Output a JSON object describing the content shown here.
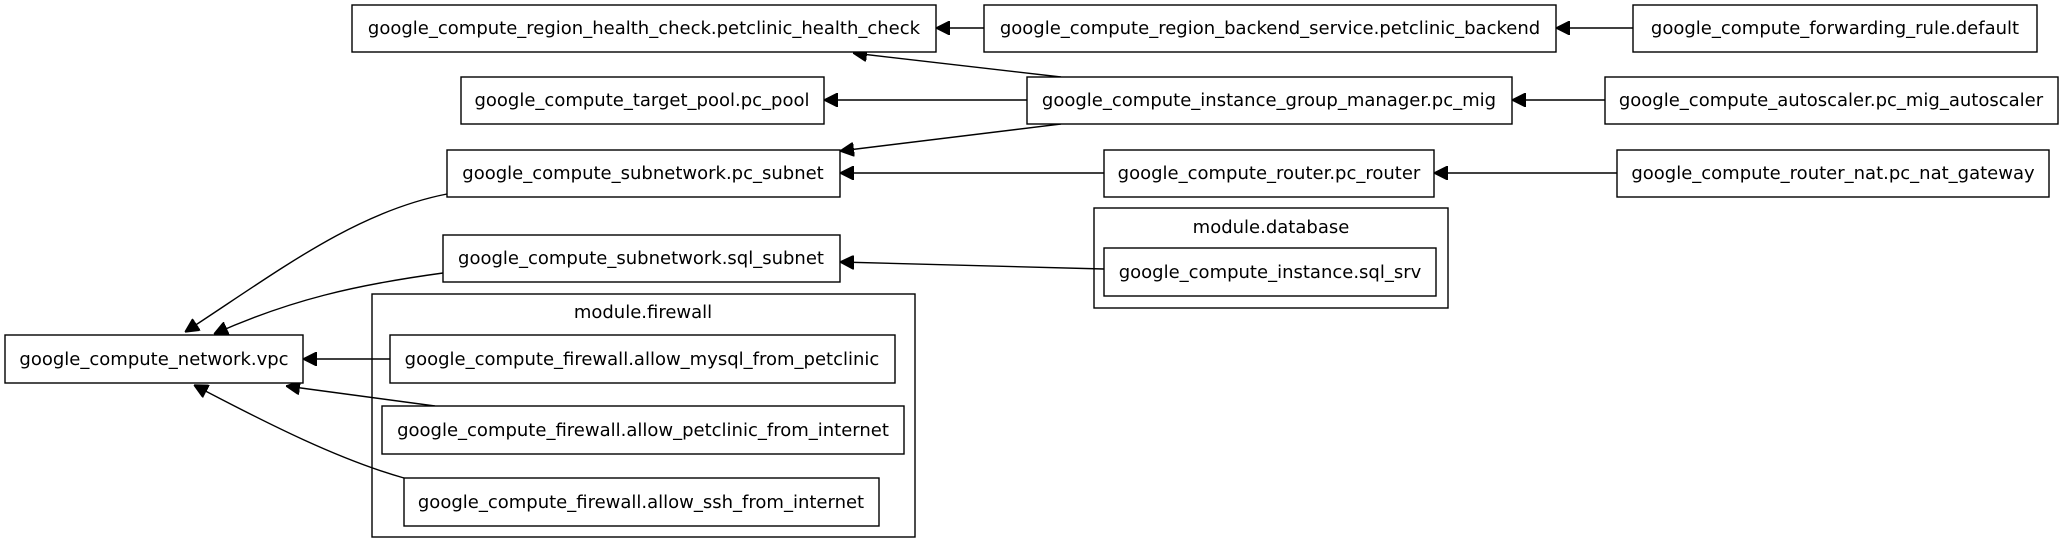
{
  "clusters": {
    "database": {
      "label": "module.database"
    },
    "firewall": {
      "label": "module.firewall"
    }
  },
  "nodes": {
    "health_check": {
      "label": "google_compute_region_health_check.petclinic_health_check"
    },
    "backend_service": {
      "label": "google_compute_region_backend_service.petclinic_backend"
    },
    "forwarding_rule": {
      "label": "google_compute_forwarding_rule.default"
    },
    "target_pool": {
      "label": "google_compute_target_pool.pc_pool"
    },
    "igm": {
      "label": "google_compute_instance_group_manager.pc_mig"
    },
    "autoscaler": {
      "label": "google_compute_autoscaler.pc_mig_autoscaler"
    },
    "pc_subnet": {
      "label": "google_compute_subnetwork.pc_subnet"
    },
    "router": {
      "label": "google_compute_router.pc_router"
    },
    "router_nat": {
      "label": "google_compute_router_nat.pc_nat_gateway"
    },
    "sql_subnet": {
      "label": "google_compute_subnetwork.sql_subnet"
    },
    "sql_srv": {
      "label": "google_compute_instance.sql_srv"
    },
    "vpc": {
      "label": "google_compute_network.vpc"
    },
    "fw_mysql": {
      "label": "google_compute_firewall.allow_mysql_from_petclinic"
    },
    "fw_petclinic": {
      "label": "google_compute_firewall.allow_petclinic_from_internet"
    },
    "fw_ssh": {
      "label": "google_compute_firewall.allow_ssh_from_internet"
    }
  },
  "edges": [
    {
      "from": "backend_service",
      "to": "health_check"
    },
    {
      "from": "forwarding_rule",
      "to": "backend_service"
    },
    {
      "from": "igm",
      "to": "health_check"
    },
    {
      "from": "igm",
      "to": "target_pool"
    },
    {
      "from": "igm",
      "to": "pc_subnet"
    },
    {
      "from": "autoscaler",
      "to": "igm"
    },
    {
      "from": "router",
      "to": "pc_subnet"
    },
    {
      "from": "router_nat",
      "to": "router"
    },
    {
      "from": "sql_srv",
      "to": "sql_subnet"
    },
    {
      "from": "pc_subnet",
      "to": "vpc"
    },
    {
      "from": "sql_subnet",
      "to": "vpc"
    },
    {
      "from": "fw_mysql",
      "to": "vpc"
    },
    {
      "from": "fw_petclinic",
      "to": "vpc"
    },
    {
      "from": "fw_ssh",
      "to": "vpc"
    }
  ]
}
